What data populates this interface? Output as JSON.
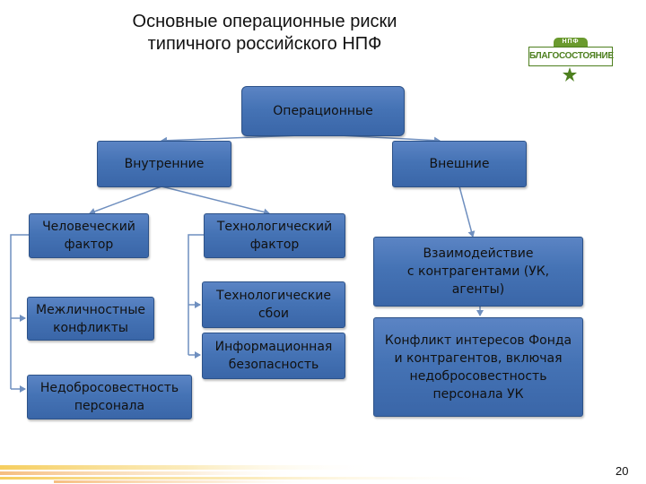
{
  "header": {
    "title_line1": "Основные операционные риски",
    "title_line2": "типичного российского НПФ"
  },
  "logo": {
    "top_text": "НПФ",
    "main_text": "БЛАГОСОСТОЯНИЕ",
    "colors": {
      "green": "#4d7f1e",
      "light_green": "#6a9a2e"
    }
  },
  "diagram": {
    "root": {
      "label": "Операционные"
    },
    "internal": {
      "label": "Внутренние"
    },
    "external": {
      "label": "Внешние"
    },
    "internal_children": {
      "human": {
        "label": "Человеческий\nфактор"
      },
      "conflicts": {
        "label": "Межличностные\nконфликты"
      },
      "dishonesty": {
        "label": "Недобросовестность\nперсонала"
      },
      "tech": {
        "label": "Технологический\nфактор"
      },
      "tech_failures": {
        "label": "Технологические\nсбои"
      },
      "info_security": {
        "label": "Информационная\nбезопасность"
      }
    },
    "external_children": {
      "interaction": {
        "label": "Взаимодействие\nс контрагентами (УК,\nагенты)"
      },
      "conflict_interest": {
        "label": "Конфликт интересов Фонда\nи контрагентов, включая\nнедобросовестность\nперсонала УК"
      }
    },
    "colors": {
      "box_fill": "#4573b5",
      "box_border": "#2d5288",
      "connector": "#6f8fbf"
    }
  },
  "footer": {
    "page_number": "20"
  }
}
